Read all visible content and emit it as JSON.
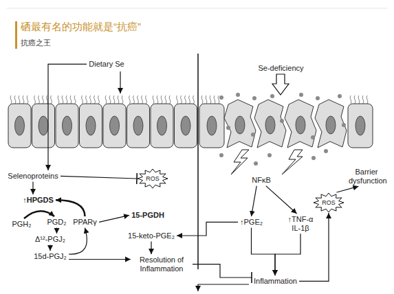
{
  "diagram": {
    "title": "硒最有名的功能就是“抗癌”",
    "nodes": [
      {
        "text": [
          "Dietary Se"
        ]
      },
      {
        "text": [
          "Selenoproteins"
        ]
      },
      {
        "text": [
          "ROS"
        ]
      },
      {
        "text": [
          "↑HPGDS"
        ]
      },
      {
        "text": [
          "PGH₂"
        ]
      },
      {
        "text": [
          "PGD₂"
        ]
      },
      {
        "text": [
          "PPARγ"
        ]
      },
      {
        "text": [
          "Δ¹²-PGJ₂"
        ]
      },
      {
        "text": [
          "15d-PGJ₂"
        ]
      },
      {
        "text": [
          "15-PGDH"
        ]
      },
      {
        "text": [
          "15-keto-PGE₂"
        ]
      },
      {
        "text": [
          "Resolution of Inflammation"
        ]
      },
      {
        "text": [
          "Se-deficiency"
        ]
      },
      {
        "text": [
          "NFκB"
        ]
      },
      {
        "text": [
          "Barrier dysfunction"
        ]
      },
      {
        "text": [
          "ROS"
        ]
      },
      {
        "text": [
          "↑PGE₂"
        ]
      },
      {
        "text": [
          "↑TNF-α IL-1β"
        ]
      },
      {
        "text": [
          "Inflammation"
        ]
      }
    ],
    "edges": [
      {
        "from": 0,
        "to": 1,
        "arrow": "to"
      },
      {
        "from": 1,
        "to": 2,
        "arrow": "to"
      },
      {
        "from": 1,
        "to": 3,
        "arrow": "to"
      },
      {
        "from": 4,
        "to": 5,
        "arrow": "to"
      },
      {
        "from": 5,
        "to": 7,
        "arrow": "to"
      },
      {
        "from": 7,
        "to": 8,
        "arrow": "to"
      },
      {
        "from": 8,
        "to": 6,
        "arrow": "to"
      },
      {
        "from": 6,
        "to": 3,
        "arrow": "to"
      },
      {
        "from": 6,
        "to": 9,
        "arrow": "to"
      },
      {
        "from": 16,
        "to": 10,
        "arrow": "to"
      },
      {
        "from": 10,
        "to": 11,
        "arrow": "to"
      },
      {
        "from": 8,
        "to": 11,
        "arrow": "to"
      },
      {
        "from": 11,
        "to": 18,
        "arrow": "to"
      },
      {
        "from": 13,
        "to": 16,
        "arrow": "to"
      },
      {
        "from": 13,
        "to": 17,
        "arrow": "to"
      },
      {
        "from": 16,
        "to": 18,
        "arrow": "to"
      },
      {
        "from": 17,
        "to": 18,
        "arrow": "to"
      },
      {
        "from": 18,
        "to": 15,
        "arrow": "to"
      },
      {
        "from": 15,
        "to": 14,
        "arrow": "to"
      }
    ],
    "labels": [
      "抗癌之王"
    ]
  }
}
